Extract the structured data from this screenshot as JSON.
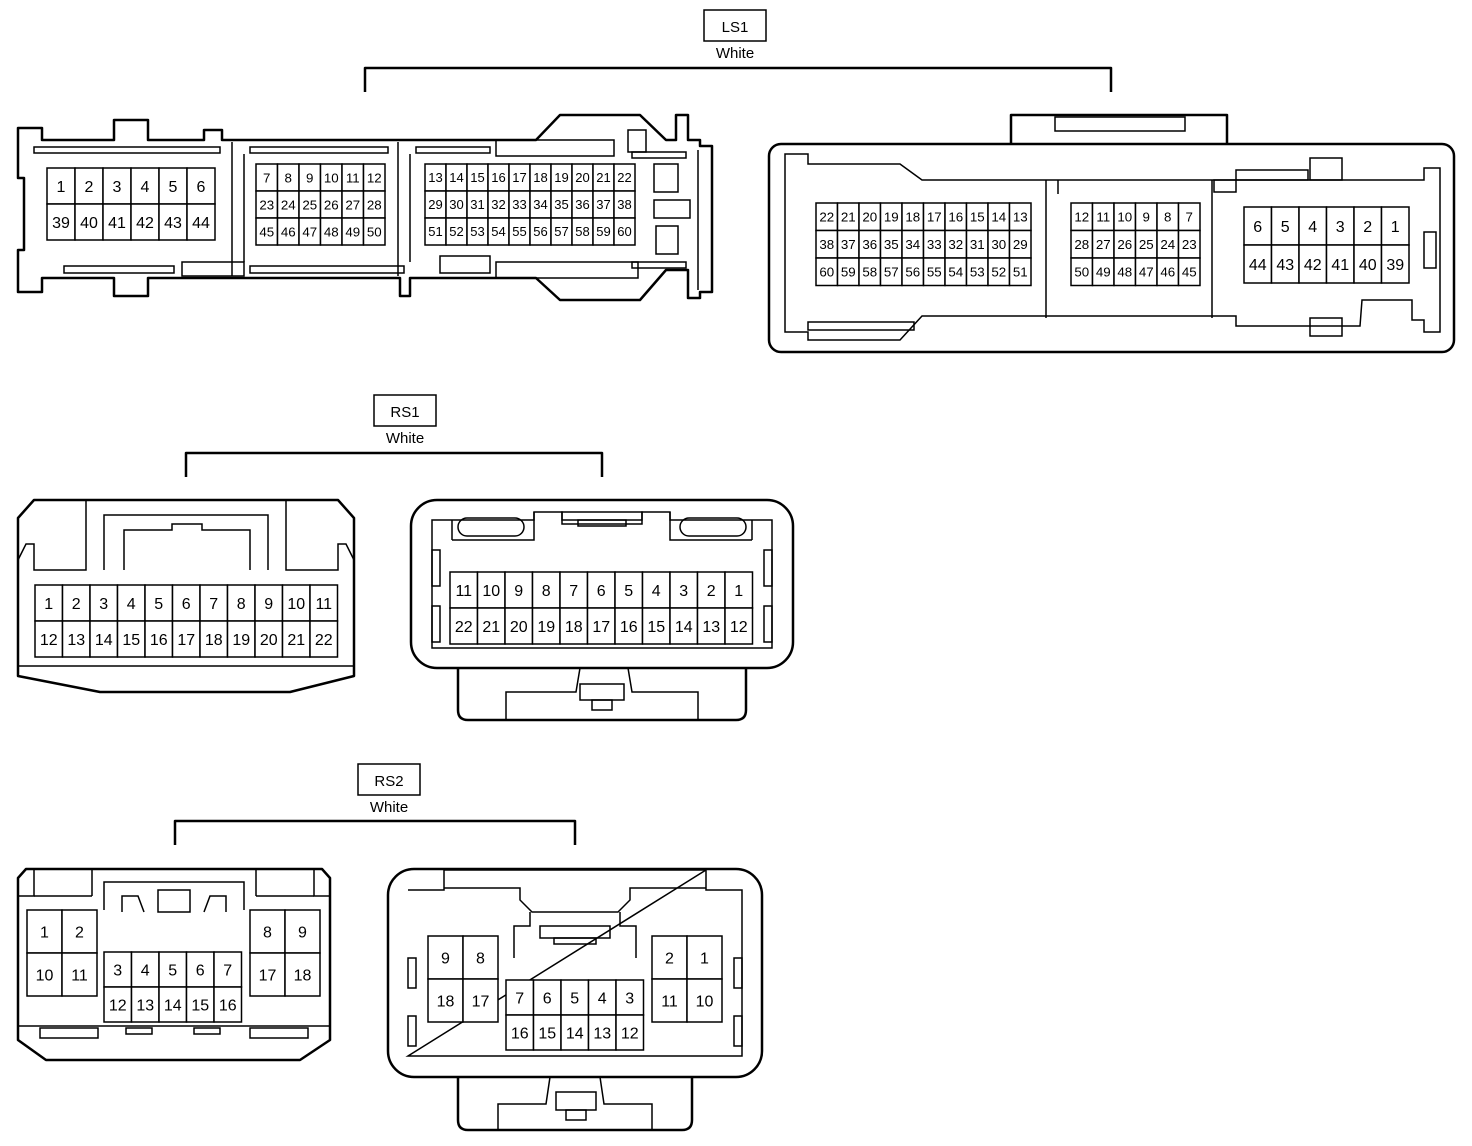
{
  "groups": [
    {
      "label": "LS1",
      "color_label": "White"
    },
    {
      "label": "RS1",
      "color_label": "White"
    },
    {
      "label": "RS2",
      "color_label": "White"
    }
  ],
  "pin_blocks": [
    {
      "id": "ls1-female-a",
      "rows": [
        [
          "1",
          "2",
          "3",
          "4",
          "5",
          "6"
        ],
        [
          "39",
          "40",
          "41",
          "42",
          "43",
          "44"
        ]
      ]
    },
    {
      "id": "ls1-female-b",
      "rows": [
        [
          "7",
          "8",
          "9",
          "10",
          "11",
          "12"
        ],
        [
          "23",
          "24",
          "25",
          "26",
          "27",
          "28"
        ],
        [
          "45",
          "46",
          "47",
          "48",
          "49",
          "50"
        ]
      ]
    },
    {
      "id": "ls1-female-c",
      "rows": [
        [
          "13",
          "14",
          "15",
          "16",
          "17",
          "18",
          "19",
          "20",
          "21",
          "22"
        ],
        [
          "29",
          "30",
          "31",
          "32",
          "33",
          "34",
          "35",
          "36",
          "37",
          "38"
        ],
        [
          "51",
          "52",
          "53",
          "54",
          "55",
          "56",
          "57",
          "58",
          "59",
          "60"
        ]
      ]
    },
    {
      "id": "ls1-male-a",
      "rows": [
        [
          "22",
          "21",
          "20",
          "19",
          "18",
          "17",
          "16",
          "15",
          "14",
          "13"
        ],
        [
          "38",
          "37",
          "36",
          "35",
          "34",
          "33",
          "32",
          "31",
          "30",
          "29"
        ],
        [
          "60",
          "59",
          "58",
          "57",
          "56",
          "55",
          "54",
          "53",
          "52",
          "51"
        ]
      ]
    },
    {
      "id": "ls1-male-b",
      "rows": [
        [
          "12",
          "11",
          "10",
          "9",
          "8",
          "7"
        ],
        [
          "28",
          "27",
          "26",
          "25",
          "24",
          "23"
        ],
        [
          "50",
          "49",
          "48",
          "47",
          "46",
          "45"
        ]
      ]
    },
    {
      "id": "ls1-male-c",
      "rows": [
        [
          "6",
          "5",
          "4",
          "3",
          "2",
          "1"
        ],
        [
          "44",
          "43",
          "42",
          "41",
          "40",
          "39"
        ]
      ]
    },
    {
      "id": "rs1-female",
      "rows": [
        [
          "1",
          "2",
          "3",
          "4",
          "5",
          "6",
          "7",
          "8",
          "9",
          "10",
          "11"
        ],
        [
          "12",
          "13",
          "14",
          "15",
          "16",
          "17",
          "18",
          "19",
          "20",
          "21",
          "22"
        ]
      ]
    },
    {
      "id": "rs1-male",
      "rows": [
        [
          "11",
          "10",
          "9",
          "8",
          "7",
          "6",
          "5",
          "4",
          "3",
          "2",
          "1"
        ],
        [
          "22",
          "21",
          "20",
          "19",
          "18",
          "17",
          "16",
          "15",
          "14",
          "13",
          "12"
        ]
      ]
    },
    {
      "id": "rs2-female-left",
      "rows": [
        [
          "1",
          "2"
        ],
        [
          "10",
          "11"
        ]
      ]
    },
    {
      "id": "rs2-female-mid",
      "rows": [
        [
          "3",
          "4",
          "5",
          "6",
          "7"
        ],
        [
          "12",
          "13",
          "14",
          "15",
          "16"
        ]
      ]
    },
    {
      "id": "rs2-female-right",
      "rows": [
        [
          "8",
          "9"
        ],
        [
          "17",
          "18"
        ]
      ]
    },
    {
      "id": "rs2-male-left",
      "rows": [
        [
          "9",
          "8"
        ],
        [
          "18",
          "17"
        ]
      ]
    },
    {
      "id": "rs2-male-mid",
      "rows": [
        [
          "7",
          "6",
          "5",
          "4",
          "3"
        ],
        [
          "16",
          "15",
          "14",
          "13",
          "12"
        ]
      ]
    },
    {
      "id": "rs2-male-right",
      "rows": [
        [
          "2",
          "1"
        ],
        [
          "11",
          "10"
        ]
      ]
    }
  ]
}
